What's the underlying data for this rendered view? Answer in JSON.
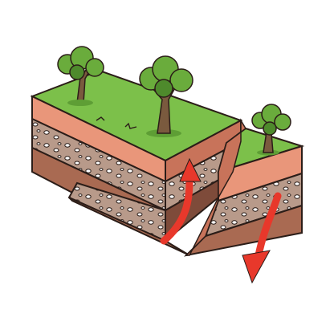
{
  "diagram": {
    "kind": "geological-fault-block",
    "colors": {
      "grass": "#7cc04a",
      "grass_shadow": "#5e9e35",
      "topsoil": "#e9967a",
      "topsoil_dark": "#c8735a",
      "gravel": "#b89a8a",
      "gravel_dark": "#8f6f63",
      "bedrock": "#a96a52",
      "bedrock_dark": "#7e4b3a",
      "outline": "#2b1d18",
      "arrow": "#e8382b",
      "tree_leaf": "#6aac3c",
      "tree_leaf_dark": "#4e8a2c",
      "trunk": "#7a5a3e"
    },
    "arrows": [
      {
        "direction": "up",
        "meaning": "uplift"
      },
      {
        "direction": "down",
        "meaning": "subsidence"
      }
    ],
    "trees": [
      {
        "name": "tree-left-back"
      },
      {
        "name": "tree-center"
      },
      {
        "name": "tree-right-block"
      }
    ]
  }
}
